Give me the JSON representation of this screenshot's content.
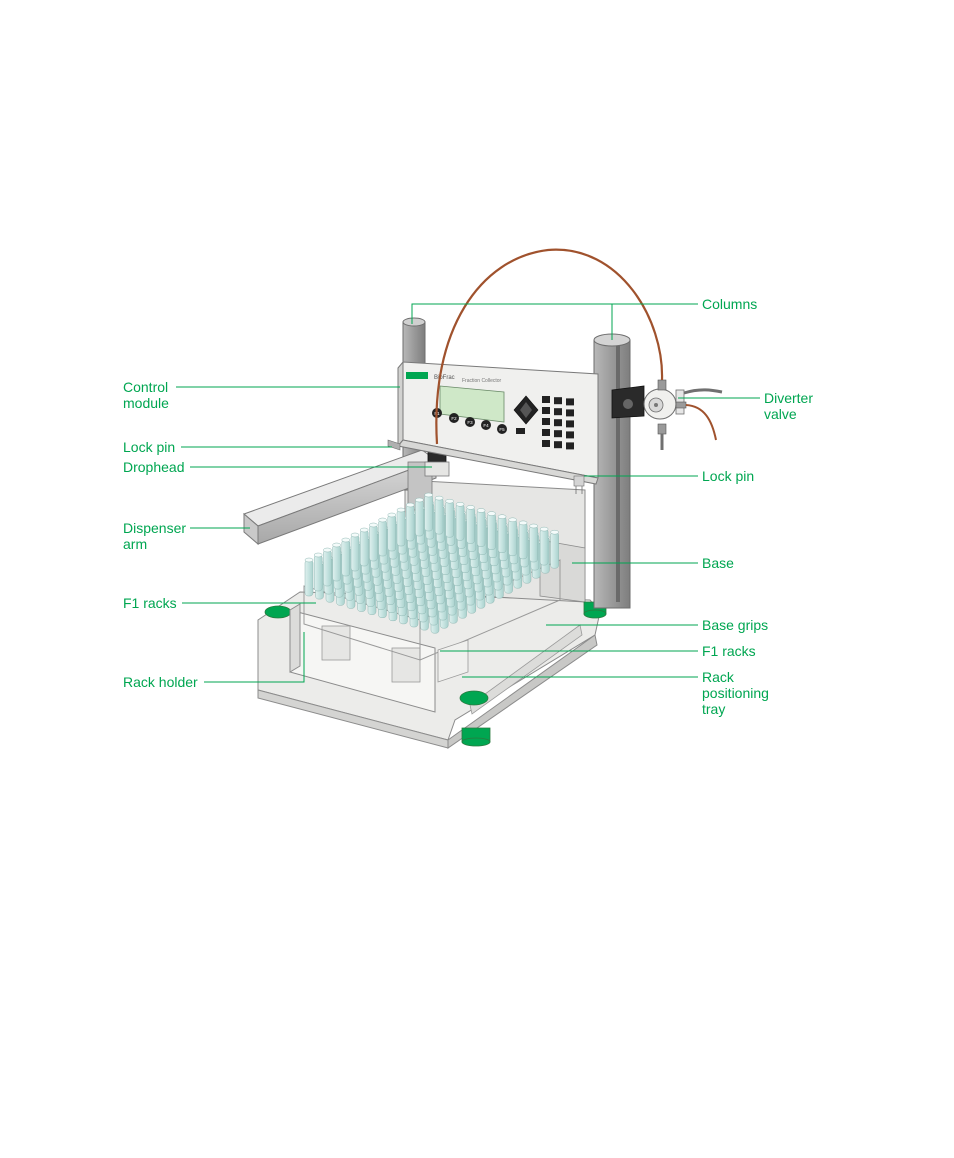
{
  "diagram": {
    "accent_color": "#00a651",
    "device_screen": {
      "brand": "BioFrac",
      "subtitle": "Fraction Collector",
      "function_keys": [
        "F1",
        "F2",
        "F3",
        "F4",
        "F5"
      ]
    },
    "labels": {
      "control_module": [
        "Control",
        "module"
      ],
      "lock_pin_left": "Lock pin",
      "drophead": "Drophead",
      "dispenser_arm": [
        "Dispenser",
        "arm"
      ],
      "f1_racks_left": "F1 racks",
      "rack_holder": "Rack holder",
      "columns": "Columns",
      "diverter_valve": [
        "Diverter",
        "valve"
      ],
      "lock_pin_right": "Lock pin",
      "base": "Base",
      "base_grips": "Base grips",
      "f1_racks_right": "F1 racks",
      "rack_positioning_tray": [
        "Rack",
        "positioning",
        "tray"
      ]
    }
  }
}
